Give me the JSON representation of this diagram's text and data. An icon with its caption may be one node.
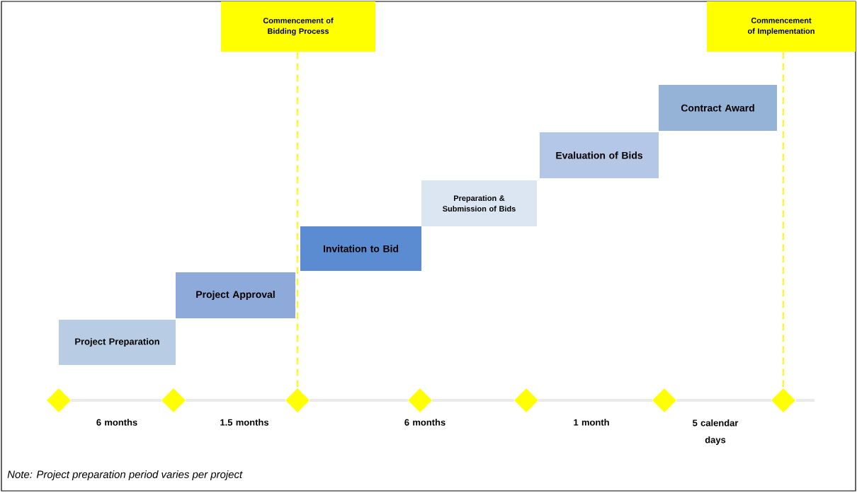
{
  "diagram": {
    "nodes": [
      {
        "text": [
          "Project Preparation"
        ]
      },
      {
        "text": [
          "Project Approval"
        ]
      },
      {
        "text": [
          "Invitation to Bid"
        ]
      },
      {
        "text": [
          "Preparation & Submission of Bids"
        ]
      },
      {
        "text": [
          "Evaluation of Bids"
        ]
      },
      {
        "text": [
          "Contract Award"
        ]
      },
      {
        "text": [
          "Commencement of Bidding Process"
        ]
      },
      {
        "text": [
          "Commencement of Implementation"
        ]
      },
      {
        "text": [],
        "shape": "diamond"
      },
      {
        "text": [],
        "shape": "diamond"
      },
      {
        "text": [],
        "shape": "diamond"
      },
      {
        "text": [],
        "shape": "diamond"
      },
      {
        "text": [],
        "shape": "diamond"
      },
      {
        "text": [],
        "shape": "diamond"
      },
      {
        "text": [],
        "shape": "diamond"
      }
    ],
    "edges": [
      {
        "from": 8,
        "to": 9,
        "arrow": "none"
      },
      {
        "from": 9,
        "to": 10,
        "arrow": "none"
      },
      {
        "from": 10,
        "to": 11,
        "arrow": "none"
      },
      {
        "from": 11,
        "to": 12,
        "arrow": "none"
      },
      {
        "from": 12,
        "to": 13,
        "arrow": "none"
      },
      {
        "from": 13,
        "to": 14,
        "arrow": "none"
      },
      {
        "from": 6,
        "to": 10,
        "arrow": "none",
        "style": "dashed",
        "color": "#ffff00"
      },
      {
        "from": 7,
        "to": 14,
        "arrow": "none",
        "style": "dashed",
        "color": "#ffff00"
      }
    ],
    "labels": [
      "6 months",
      "1.5 months",
      "6 months",
      "1 month",
      "5 calendar days",
      "Note: Project preparation period varies per project"
    ]
  }
}
